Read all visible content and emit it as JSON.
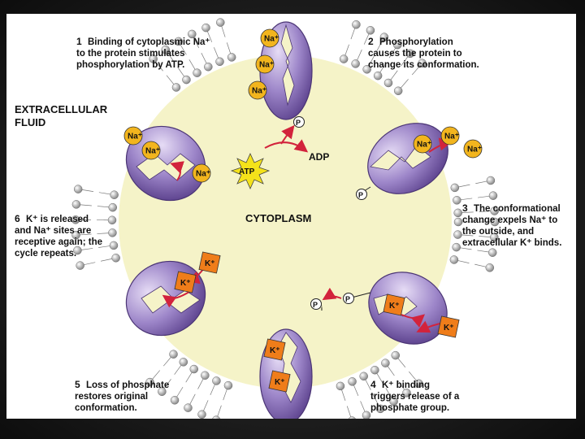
{
  "colors": {
    "cytoplasm": "#f5f3c8",
    "protein": "#9d86c9",
    "protein_dark": "#6a4fa0",
    "sodium": "#f2b51e",
    "potassium": "#ef7d1a",
    "atp": "#f4e21a",
    "arrow": "#d2233c",
    "bead": "#b8b8b8"
  },
  "labels": {
    "extracellular": [
      "EXTRACELLULAR",
      "FLUID"
    ],
    "cytoplasm": "CYTOPLASM",
    "atp": "ATP",
    "adp": "ADP",
    "p": "P",
    "pi": "P",
    "pi_sub": "i"
  },
  "steps": [
    {
      "num": "1",
      "lines": [
        "Binding of cytoplasmic Na⁺",
        "to the protein stimulates",
        "phosphorylation by ATP."
      ]
    },
    {
      "num": "2",
      "lines": [
        "Phosphorylation",
        "causes the protein to",
        "change its conformation."
      ]
    },
    {
      "num": "3",
      "lines": [
        "The conformational",
        "change expels Na⁺ to",
        "the outside, and",
        "extracellular K⁺ binds."
      ]
    },
    {
      "num": "4",
      "lines": [
        "K⁺ binding",
        "triggers release of a",
        "phosphate group."
      ]
    },
    {
      "num": "5",
      "lines": [
        "Loss of phosphate",
        "restores original",
        "conformation."
      ]
    },
    {
      "num": "6",
      "lines": [
        "K⁺ is released",
        "and Na⁺ sites are",
        "receptive again; the",
        "cycle repeats."
      ]
    }
  ],
  "ions": {
    "na": "Na⁺",
    "k": "K⁺"
  }
}
